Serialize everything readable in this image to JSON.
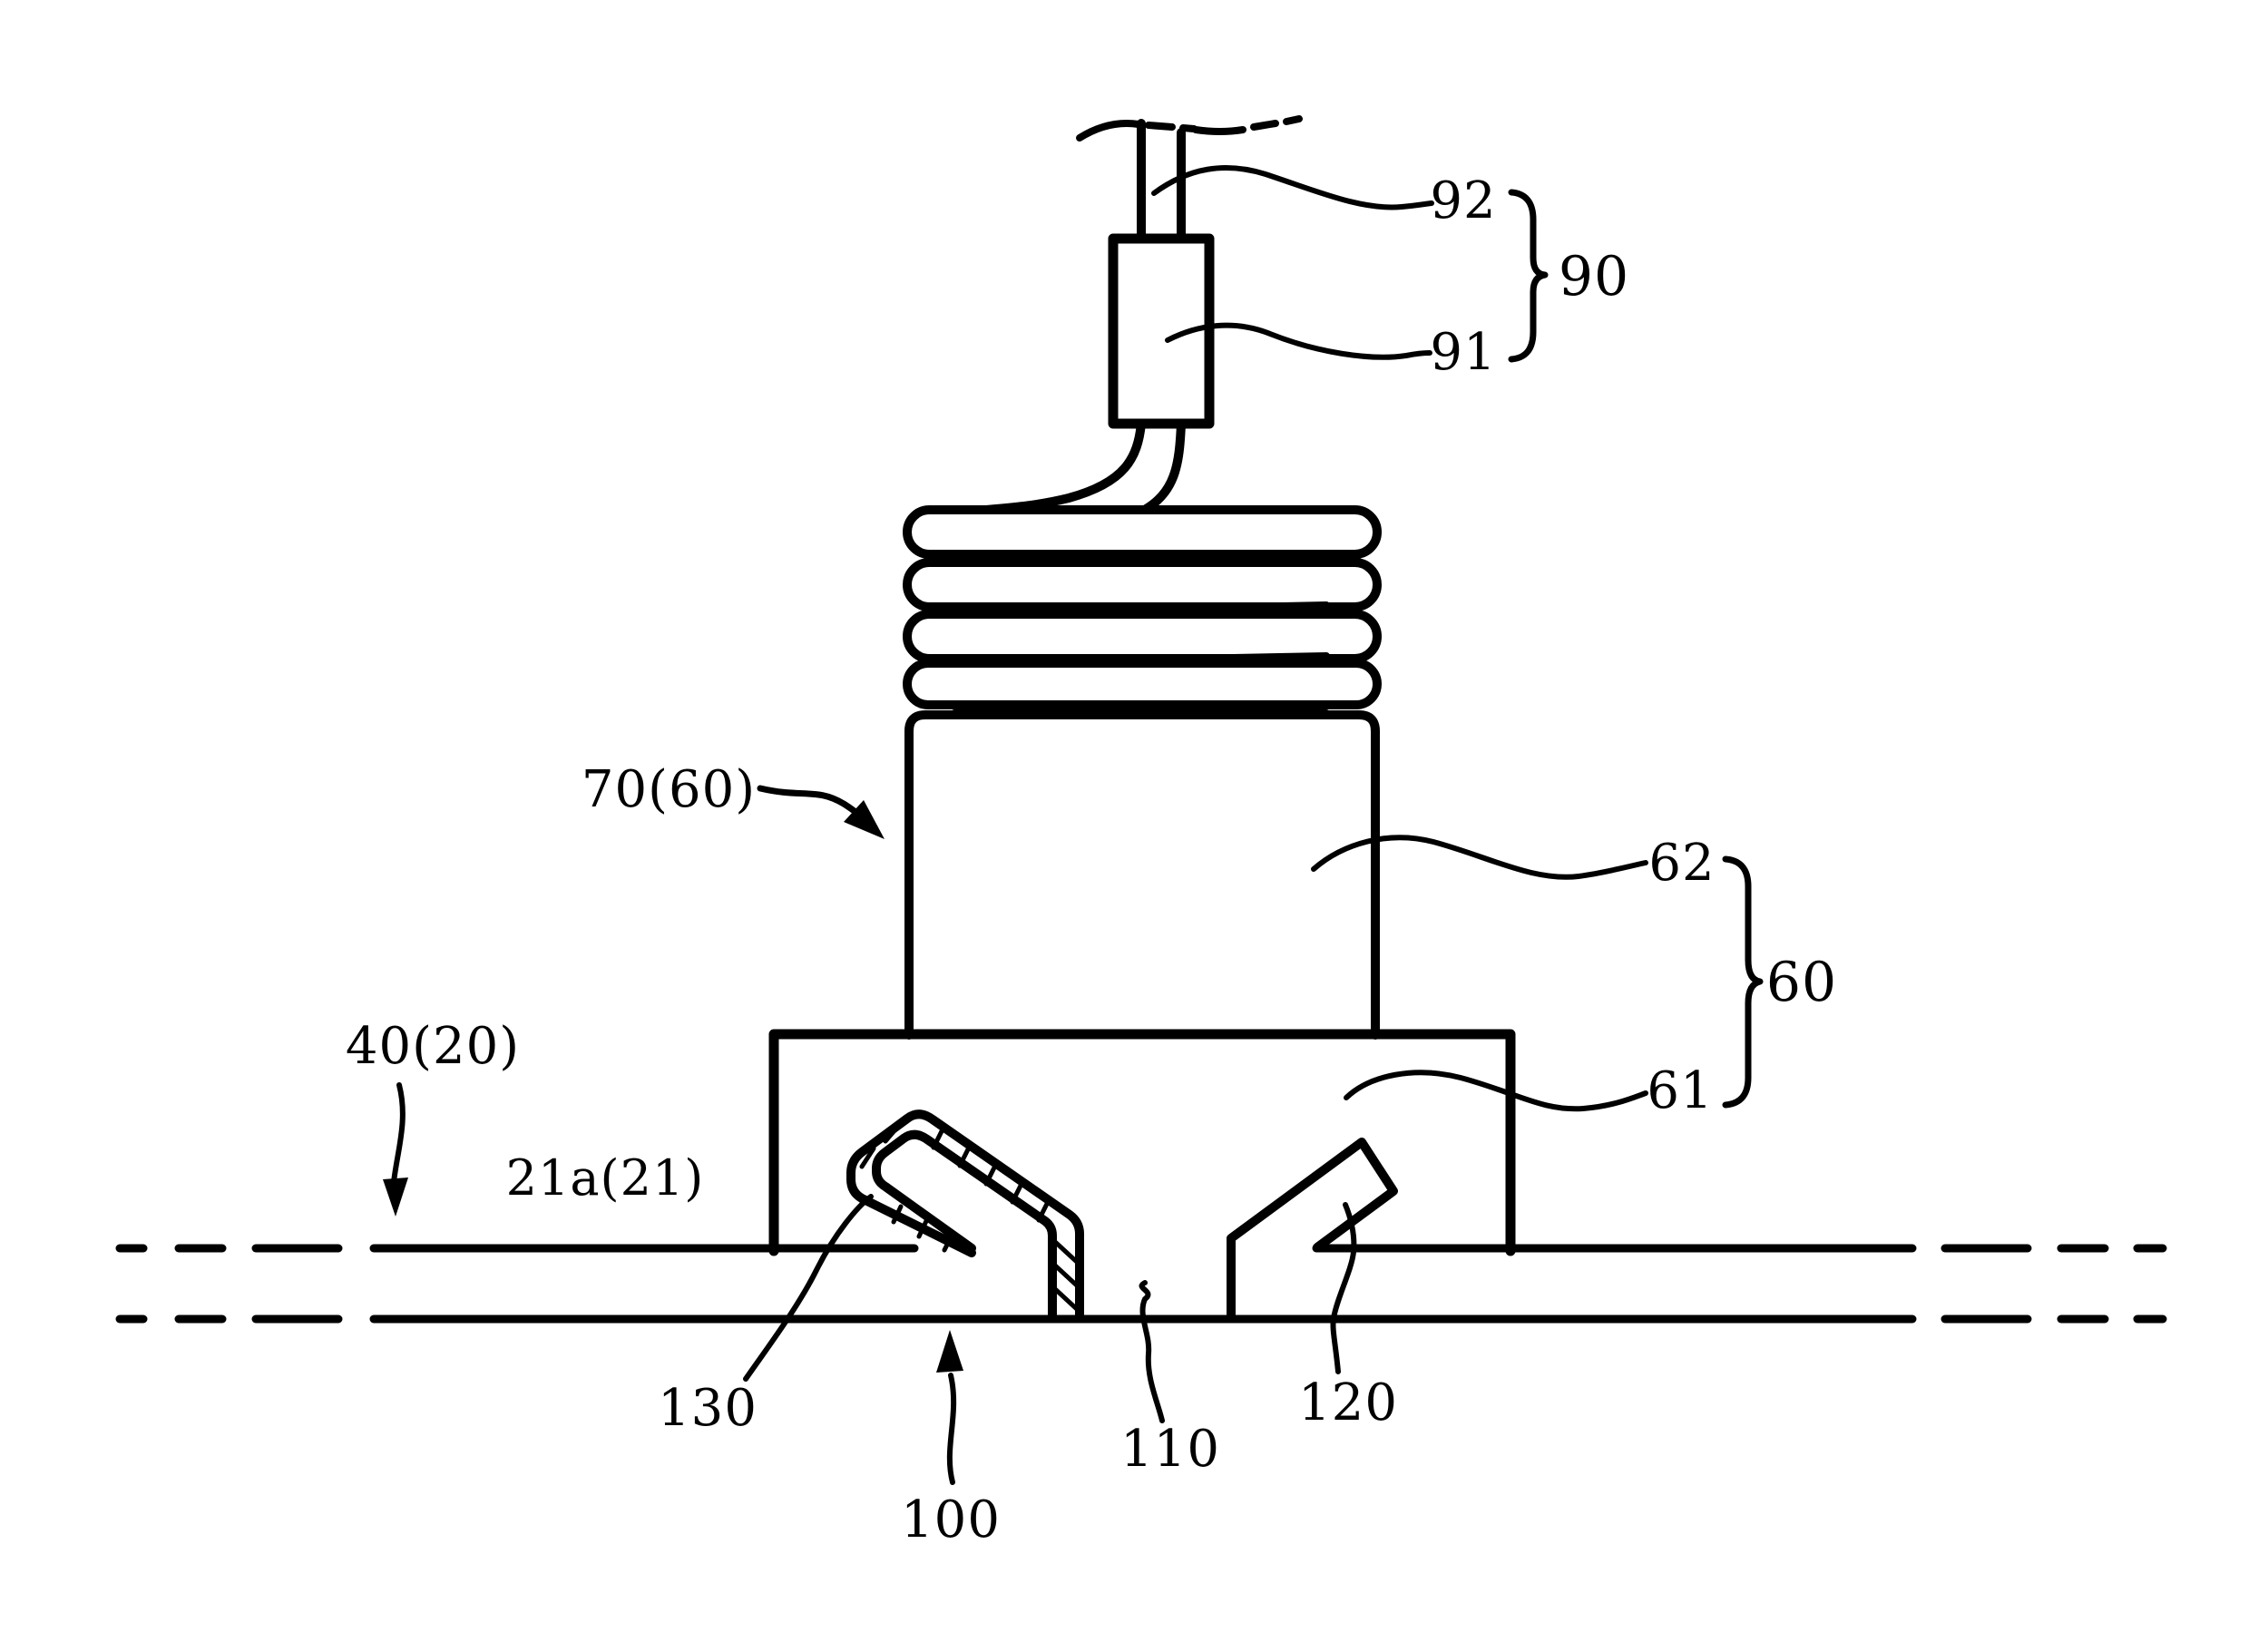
{
  "figure": {
    "type": "patent-line-drawing",
    "colors": {
      "ink": "#000000",
      "background": "#ffffff"
    },
    "labels": {
      "l92": {
        "text": "92"
      },
      "l91": {
        "text": "91"
      },
      "l90": {
        "text": "90"
      },
      "l62": {
        "text": "62"
      },
      "l60": {
        "text": "60"
      },
      "l61": {
        "text": "61"
      },
      "l70": {
        "text": "70(60)"
      },
      "l40": {
        "text": "40(20)"
      },
      "l21a": {
        "text": "21a(21)"
      },
      "l130": {
        "text": "130"
      },
      "l110": {
        "text": "110"
      },
      "l100": {
        "text": "100"
      },
      "l120": {
        "text": "120"
      }
    }
  }
}
